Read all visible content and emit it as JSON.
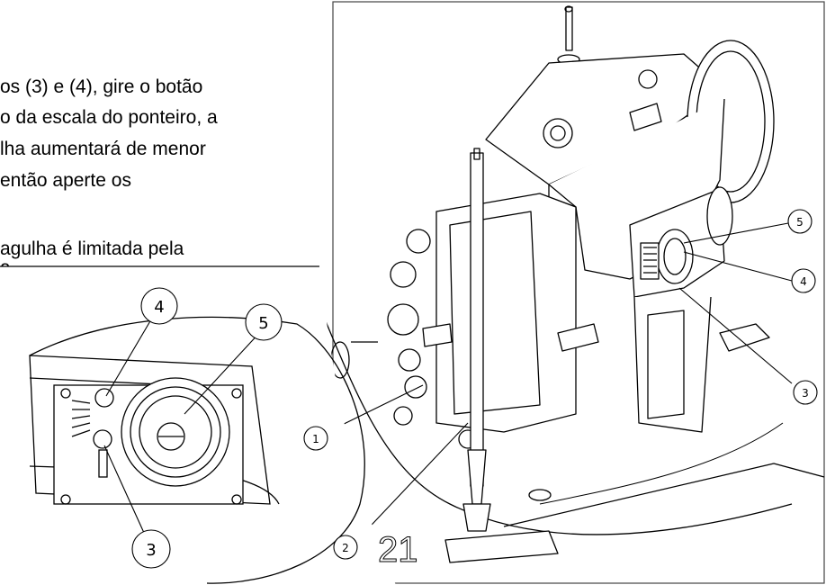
{
  "instruction_lines": [
    "os (3) e (4), gire o botão",
    "o da escala do ponteiro, a",
    "lha aumentará de menor",
    "então aperte os",
    "agulha é limitada pela",
    "a"
  ],
  "callouts": {
    "main": [
      "5",
      "4",
      "3",
      "1",
      "2"
    ],
    "inset": [
      "4",
      "5",
      "3"
    ]
  },
  "figure_number": "21",
  "colors": {
    "line": "#000000",
    "frame": "#444444",
    "background": "#ffffff"
  }
}
